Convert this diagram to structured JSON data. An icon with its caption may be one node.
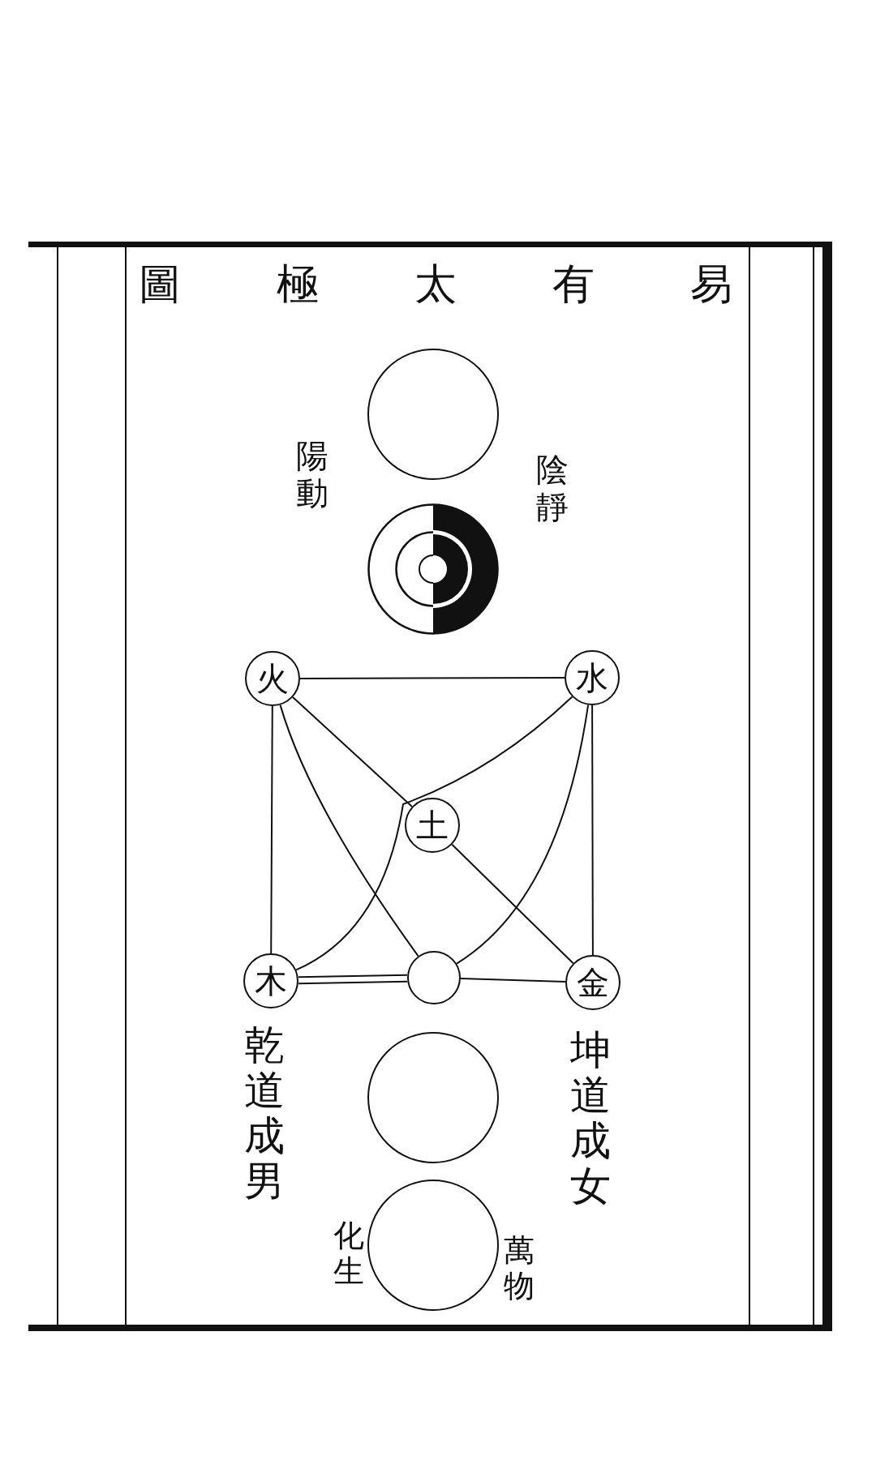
{
  "diagram": {
    "title": "易有太極圖",
    "nodes": [
      {
        "text": [],
        "shape": "circle"
      },
      {
        "text": [],
        "shape": "circle",
        "beside": [
          "陽動",
          "陰靜"
        ]
      },
      {
        "text": [
          "火"
        ]
      },
      {
        "text": [
          "水"
        ]
      },
      {
        "text": [
          "土"
        ]
      },
      {
        "text": [
          "木"
        ]
      },
      {
        "text": [],
        "shape": "circle"
      },
      {
        "text": [
          "金"
        ]
      },
      {
        "text": [],
        "shape": "circle"
      },
      {
        "text": [],
        "shape": "circle",
        "beside": [
          "化生",
          "萬物"
        ]
      }
    ],
    "edges": [
      {
        "from": 2,
        "to": 3,
        "arrow": "none"
      },
      {
        "from": 2,
        "to": 5,
        "arrow": "none"
      },
      {
        "from": 3,
        "to": 7,
        "arrow": "none"
      },
      {
        "from": 2,
        "to": 4,
        "arrow": "none"
      },
      {
        "from": 4,
        "to": 7,
        "arrow": "none"
      },
      {
        "from": 2,
        "to": 6,
        "arrow": "none"
      },
      {
        "from": 3,
        "to": 5,
        "arrow": "none"
      },
      {
        "from": 3,
        "to": 6,
        "arrow": "none"
      },
      {
        "from": 5,
        "to": 6,
        "arrow": "none"
      },
      {
        "from": 6,
        "to": 7,
        "arrow": "none"
      }
    ],
    "labels": [
      "乾道成男",
      "坤道成女"
    ]
  }
}
